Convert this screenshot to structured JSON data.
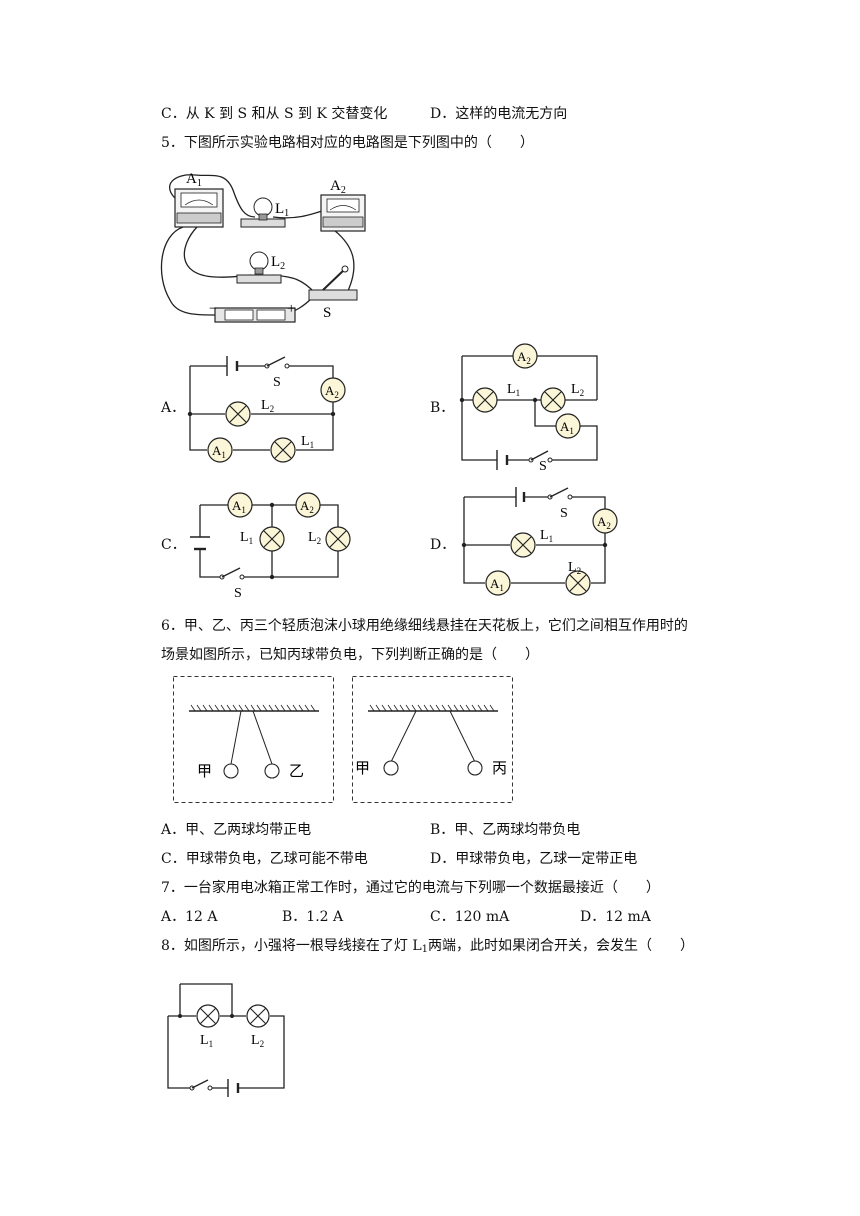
{
  "q4": {
    "optC": "C．从 K 到 S 和从 S 到 K 交替变化",
    "optD": "D．这样的电流无方向"
  },
  "q5": {
    "stem": "5．下图所示实验电路相对应的电路图是下列图中的（　　）",
    "photo": {
      "A1": "A",
      "A2": "A",
      "L1": "L",
      "L2": "L",
      "S": "S",
      "minus": "−",
      "plus": "+",
      "sub1": "1",
      "sub2": "2"
    },
    "labels": {
      "A": "A．",
      "B": "B．",
      "C": "C．",
      "D": "D．"
    },
    "diagram": {
      "A": "A",
      "L": "L",
      "S": "S",
      "sub1": "1",
      "sub2": "2"
    }
  },
  "q6": {
    "line1": "6．甲、乙、丙三个轻质泡沫小球用绝缘细线悬挂在天花板上，它们之间相互作用时的",
    "line2": "场景如图所示，已知丙球带负电，下列判断正确的是（　　）",
    "fig": {
      "jia": "甲",
      "yi": "乙",
      "bing": "丙"
    },
    "optA": "A．甲、乙两球均带正电",
    "optB": "B．甲、乙两球均带负电",
    "optC": "C．甲球带负电，乙球可能不带电",
    "optD": "D．甲球带负电，乙球一定带正电"
  },
  "q7": {
    "stem": "7．一台家用电冰箱正常工作时，通过它的电流与下列哪一个数据最接近（　　）",
    "optA": "A．12 A",
    "optB": "B．1.2 A",
    "optC": "C．120 mA",
    "optD": "D．12 mA"
  },
  "q8": {
    "stem_a": "8．如图所示，小强将一根导线接在了灯 L",
    "stem_sub": "1",
    "stem_b": "两端，此时如果闭合开关，会发生（　　）",
    "fig": {
      "L": "L",
      "sub1": "1",
      "sub2": "2"
    }
  }
}
